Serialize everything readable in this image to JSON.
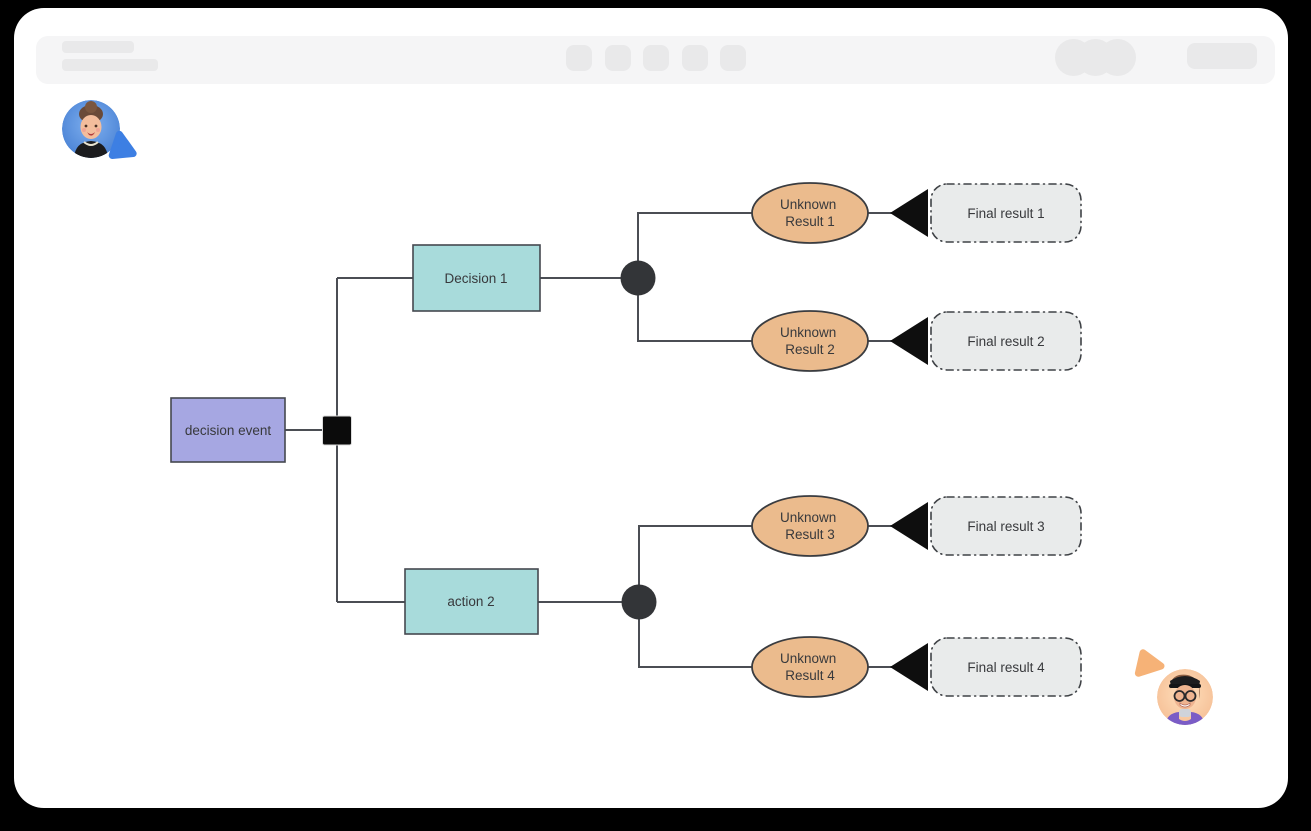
{
  "palette": {
    "frame_bg": "#000000",
    "canvas_bg": "#ffffff",
    "toolbar_bg": "#f5f5f6",
    "toolbar_placeholder": "#e9e9ea",
    "decision_event_fill": "#a6a7e2",
    "decision_action_fill": "#a8dbdb",
    "outcome_fill": "#ebbb8d",
    "final_fill": "#e9ebeb",
    "connector": "#4b4e54",
    "chance_node": "#333538",
    "junction_node": "#0b0b0b",
    "cursor_blue": "#3d7fe3",
    "cursor_orange": "#f6b277"
  },
  "diagram": {
    "root": {
      "label": "decision event"
    },
    "branches": [
      {
        "label": "Decision 1"
      },
      {
        "label": "action 2"
      }
    ],
    "outcomes": [
      {
        "line1": "Unknown",
        "line2": "Result 1"
      },
      {
        "line1": "Unknown",
        "line2": "Result 2"
      },
      {
        "line1": "Unknown",
        "line2": "Result 3"
      },
      {
        "line1": "Unknown",
        "line2": "Result 4"
      }
    ],
    "finals": [
      {
        "label": "Final result 1"
      },
      {
        "label": "Final result 2"
      },
      {
        "label": "Final result 3"
      },
      {
        "label": "Final result 4"
      }
    ]
  }
}
